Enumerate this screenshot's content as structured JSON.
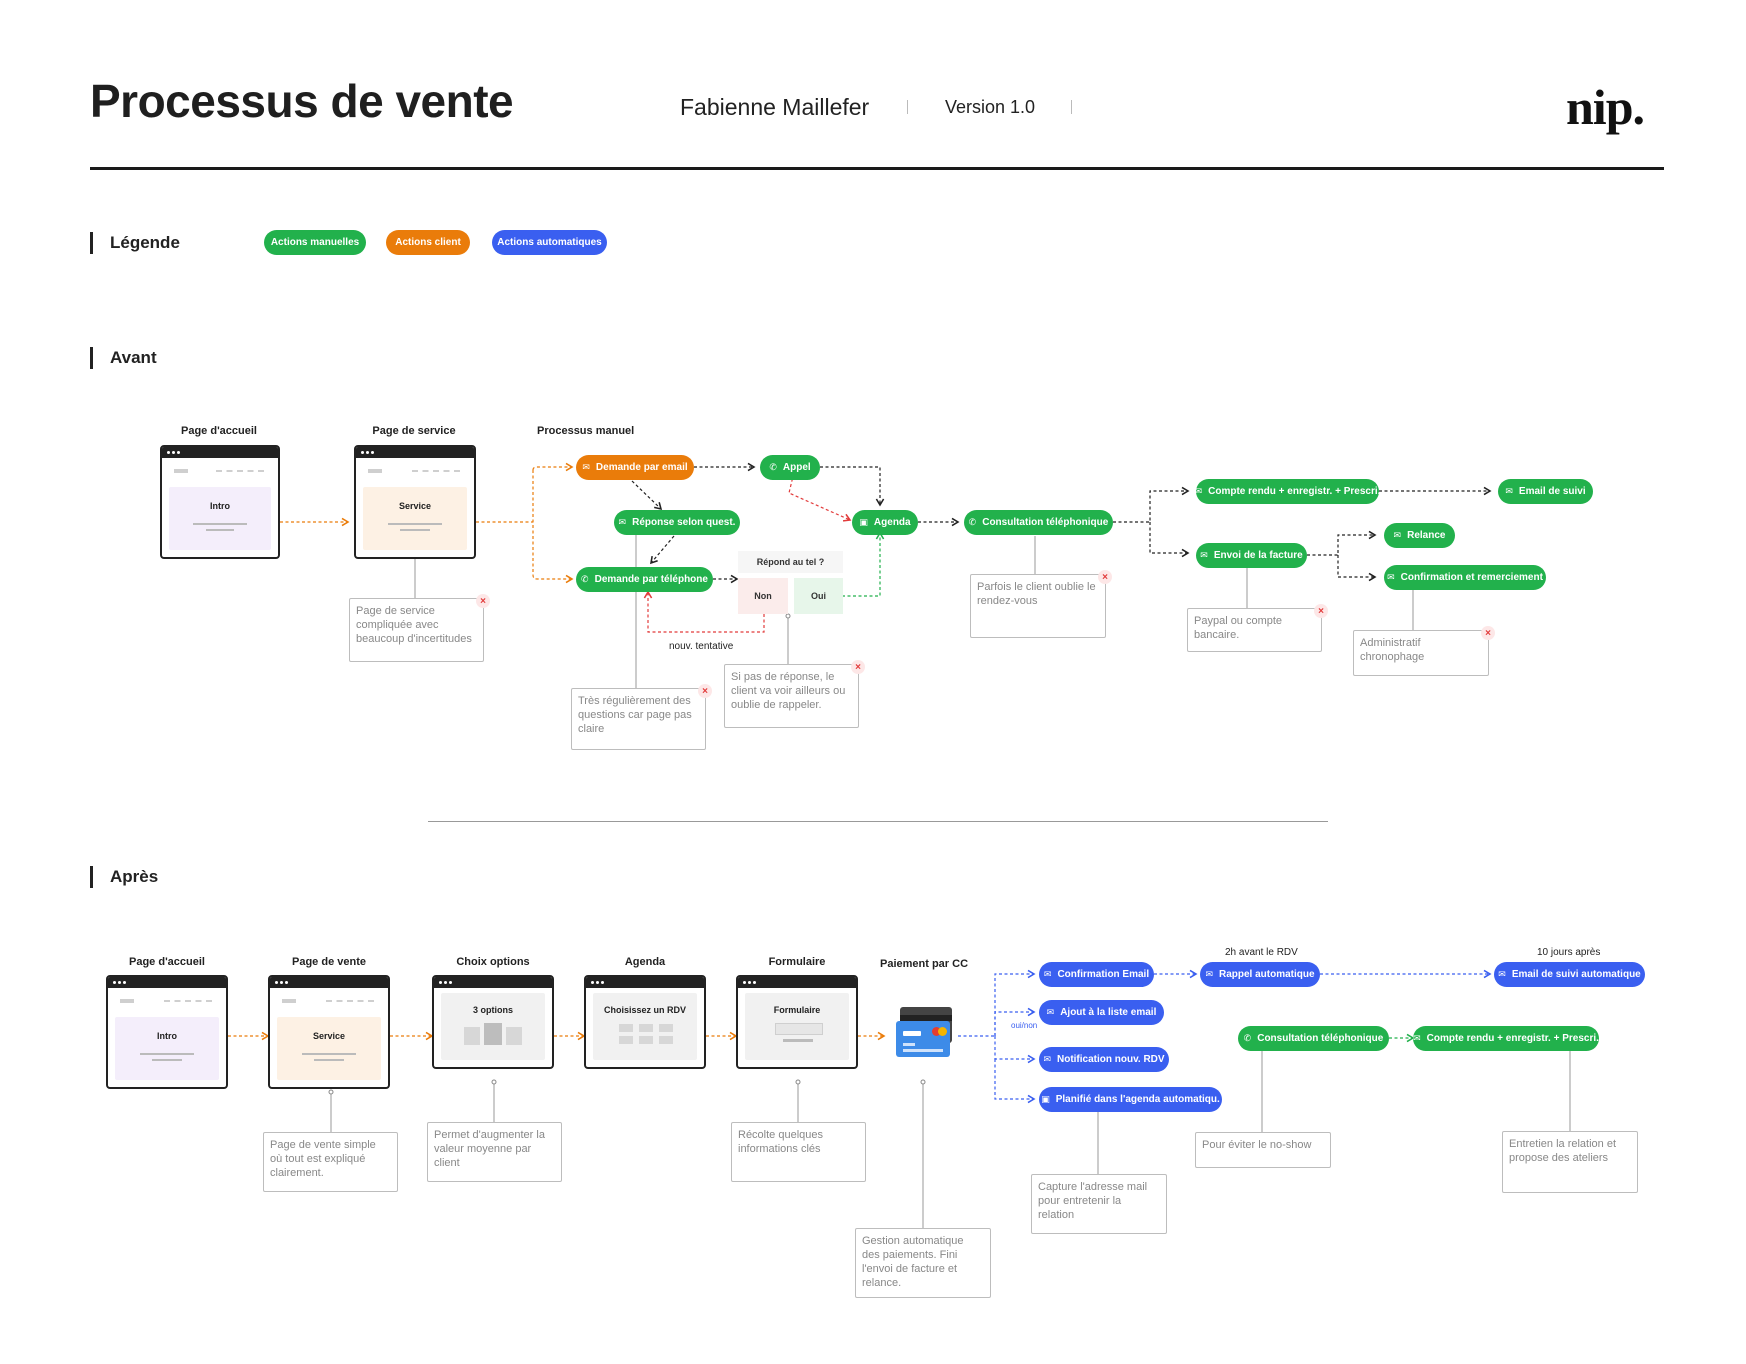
{
  "header": {
    "title": "Processus de vente",
    "author": "Fabienne Maillefer",
    "version": "Version  1.0",
    "logo": "nip."
  },
  "legend": {
    "title": "Légende",
    "manual": "Actions manuelles",
    "client": "Actions client",
    "auto": "Actions automatiques"
  },
  "colors": {
    "green": "#22b14c",
    "orange": "#ea7c0a",
    "blue": "#3a5ff0",
    "red": "#e23b3b"
  },
  "avant": {
    "title": "Avant",
    "pages": [
      {
        "label": "Page d'accueil",
        "content": "Intro"
      },
      {
        "label": "Page de service",
        "content": "Service"
      }
    ],
    "process_label": "Processus manuel",
    "nodes": {
      "email": "Demande par email",
      "appel": "Appel",
      "reponse": "Réponse selon quest.",
      "tel": "Demande par téléphone",
      "agenda": "Agenda",
      "consult": "Consultation téléphonique",
      "compte": "Compte rendu + enregistr. + Prescri.",
      "email_suivi": "Email de suivi",
      "facture": "Envoi de la facture",
      "relance": "Relance",
      "confirmation": "Confirmation et remerciement"
    },
    "decision": {
      "question": "Répond au tel ?",
      "no": "Non",
      "yes": "Oui",
      "retry": "nouv. tentative"
    },
    "notes": {
      "service": "Page de service compliquée avec beaucoup d'incertitudes",
      "questions": "Très régulièrement des questions car page pas claire",
      "no_answer": "Si pas de réponse, le client va voir ailleurs ou oublie de rappeler.",
      "forget": "Parfois le client oublie le rendez-vous",
      "paypal": "Paypal ou compte bancaire.",
      "admin": "Administratif chronophage"
    }
  },
  "apres": {
    "title": "Après",
    "pages": [
      {
        "label": "Page d'accueil",
        "content": "Intro"
      },
      {
        "label": "Page de vente",
        "content": "Service"
      },
      {
        "label": "Choix options",
        "content": "3 options"
      },
      {
        "label": "Agenda",
        "content": "Choisissez un RDV"
      },
      {
        "label": "Formulaire",
        "content": "Formulaire"
      }
    ],
    "payment_label": "Paiement par CC",
    "nodes": {
      "confirm_email": "Confirmation Email",
      "rappel": "Rappel automatique",
      "suivi_auto": "Email de suivi automatique",
      "liste": "Ajout à la liste email",
      "notif": "Notification nouv. RDV",
      "planifie": "Planifié dans l'agenda automatiqu.",
      "consult": "Consultation téléphonique",
      "compte": "Compte rendu + enregistr. + Prescri."
    },
    "timing": {
      "before": "2h avant le RDV",
      "after": "10 jours après"
    },
    "ouinon": "oui/non",
    "notes": {
      "vente": "Page de vente simple où tout est expliqué clairement.",
      "options": "Permet d'augmenter la valeur moyenne par client",
      "form": "Récolte quelques informations clés",
      "payment": "Gestion automatique des paiements. Fini l'envoi de facture et relance.",
      "capture": "Capture l'adresse mail pour entretenir la relation",
      "noshow": "Pour éviter le no-show",
      "relation": "Entretien la relation et propose des ateliers"
    }
  }
}
